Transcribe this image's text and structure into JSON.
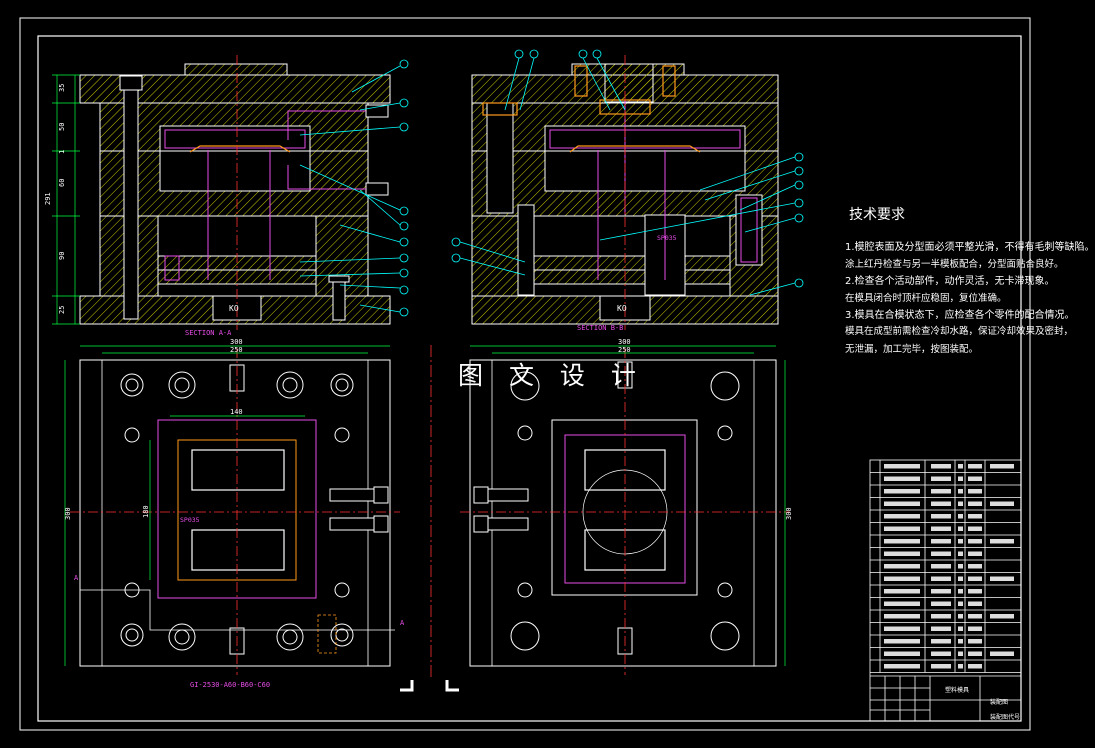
{
  "watermark": "图 文 设 计",
  "section_labels": {
    "aa": "SECTION A-A",
    "bb": "SECTION B-B"
  },
  "mold_label_ko": "KO",
  "technical_requirements": {
    "title": "技术要求",
    "lines": [
      "1.模腔表面及分型面必须平整光滑，不得有毛刺等缺陷。",
      "涂上红丹检查与另一半模板配合，分型面贴合良好。",
      "2.检查各个活动部件，动作灵活，无卡滞现象。",
      "在模具闭合时顶杆应稳固，复位准确。",
      "3.模具在合模状态下，应检查各个零件的配合情况。",
      "模具在成型前需检查冷却水路，保证冷却效果及密封，",
      "无泄漏，加工完毕，按图装配。"
    ]
  },
  "dimensions": {
    "left_side": [
      "35",
      "50",
      "1",
      "60",
      "90",
      "25"
    ],
    "left_total": "291",
    "top_plan_a": [
      "300",
      "250",
      "140"
    ],
    "side_plan_a": [
      "300",
      "180"
    ],
    "top_plan_b": [
      "300",
      "250"
    ],
    "side_plan_b": [
      "300"
    ],
    "sp_a": "SP035",
    "sp_b": "SP035"
  },
  "mold_base_code": "GI-2530-A60-B60-C60",
  "section_marker": "A",
  "title_block": {
    "name_label": "塑料模具",
    "drawing_label": "装配图",
    "footer": "装配图代号"
  },
  "colors": {
    "background": "#000000",
    "line_white": "#ffffff",
    "hatch_yellow": "#c8c800",
    "callout_cyan": "#00ffff",
    "center_red": "#ff3030",
    "magenta": "#e64de6",
    "dimension_green": "#00ff40",
    "orange": "#ff9a1a"
  }
}
